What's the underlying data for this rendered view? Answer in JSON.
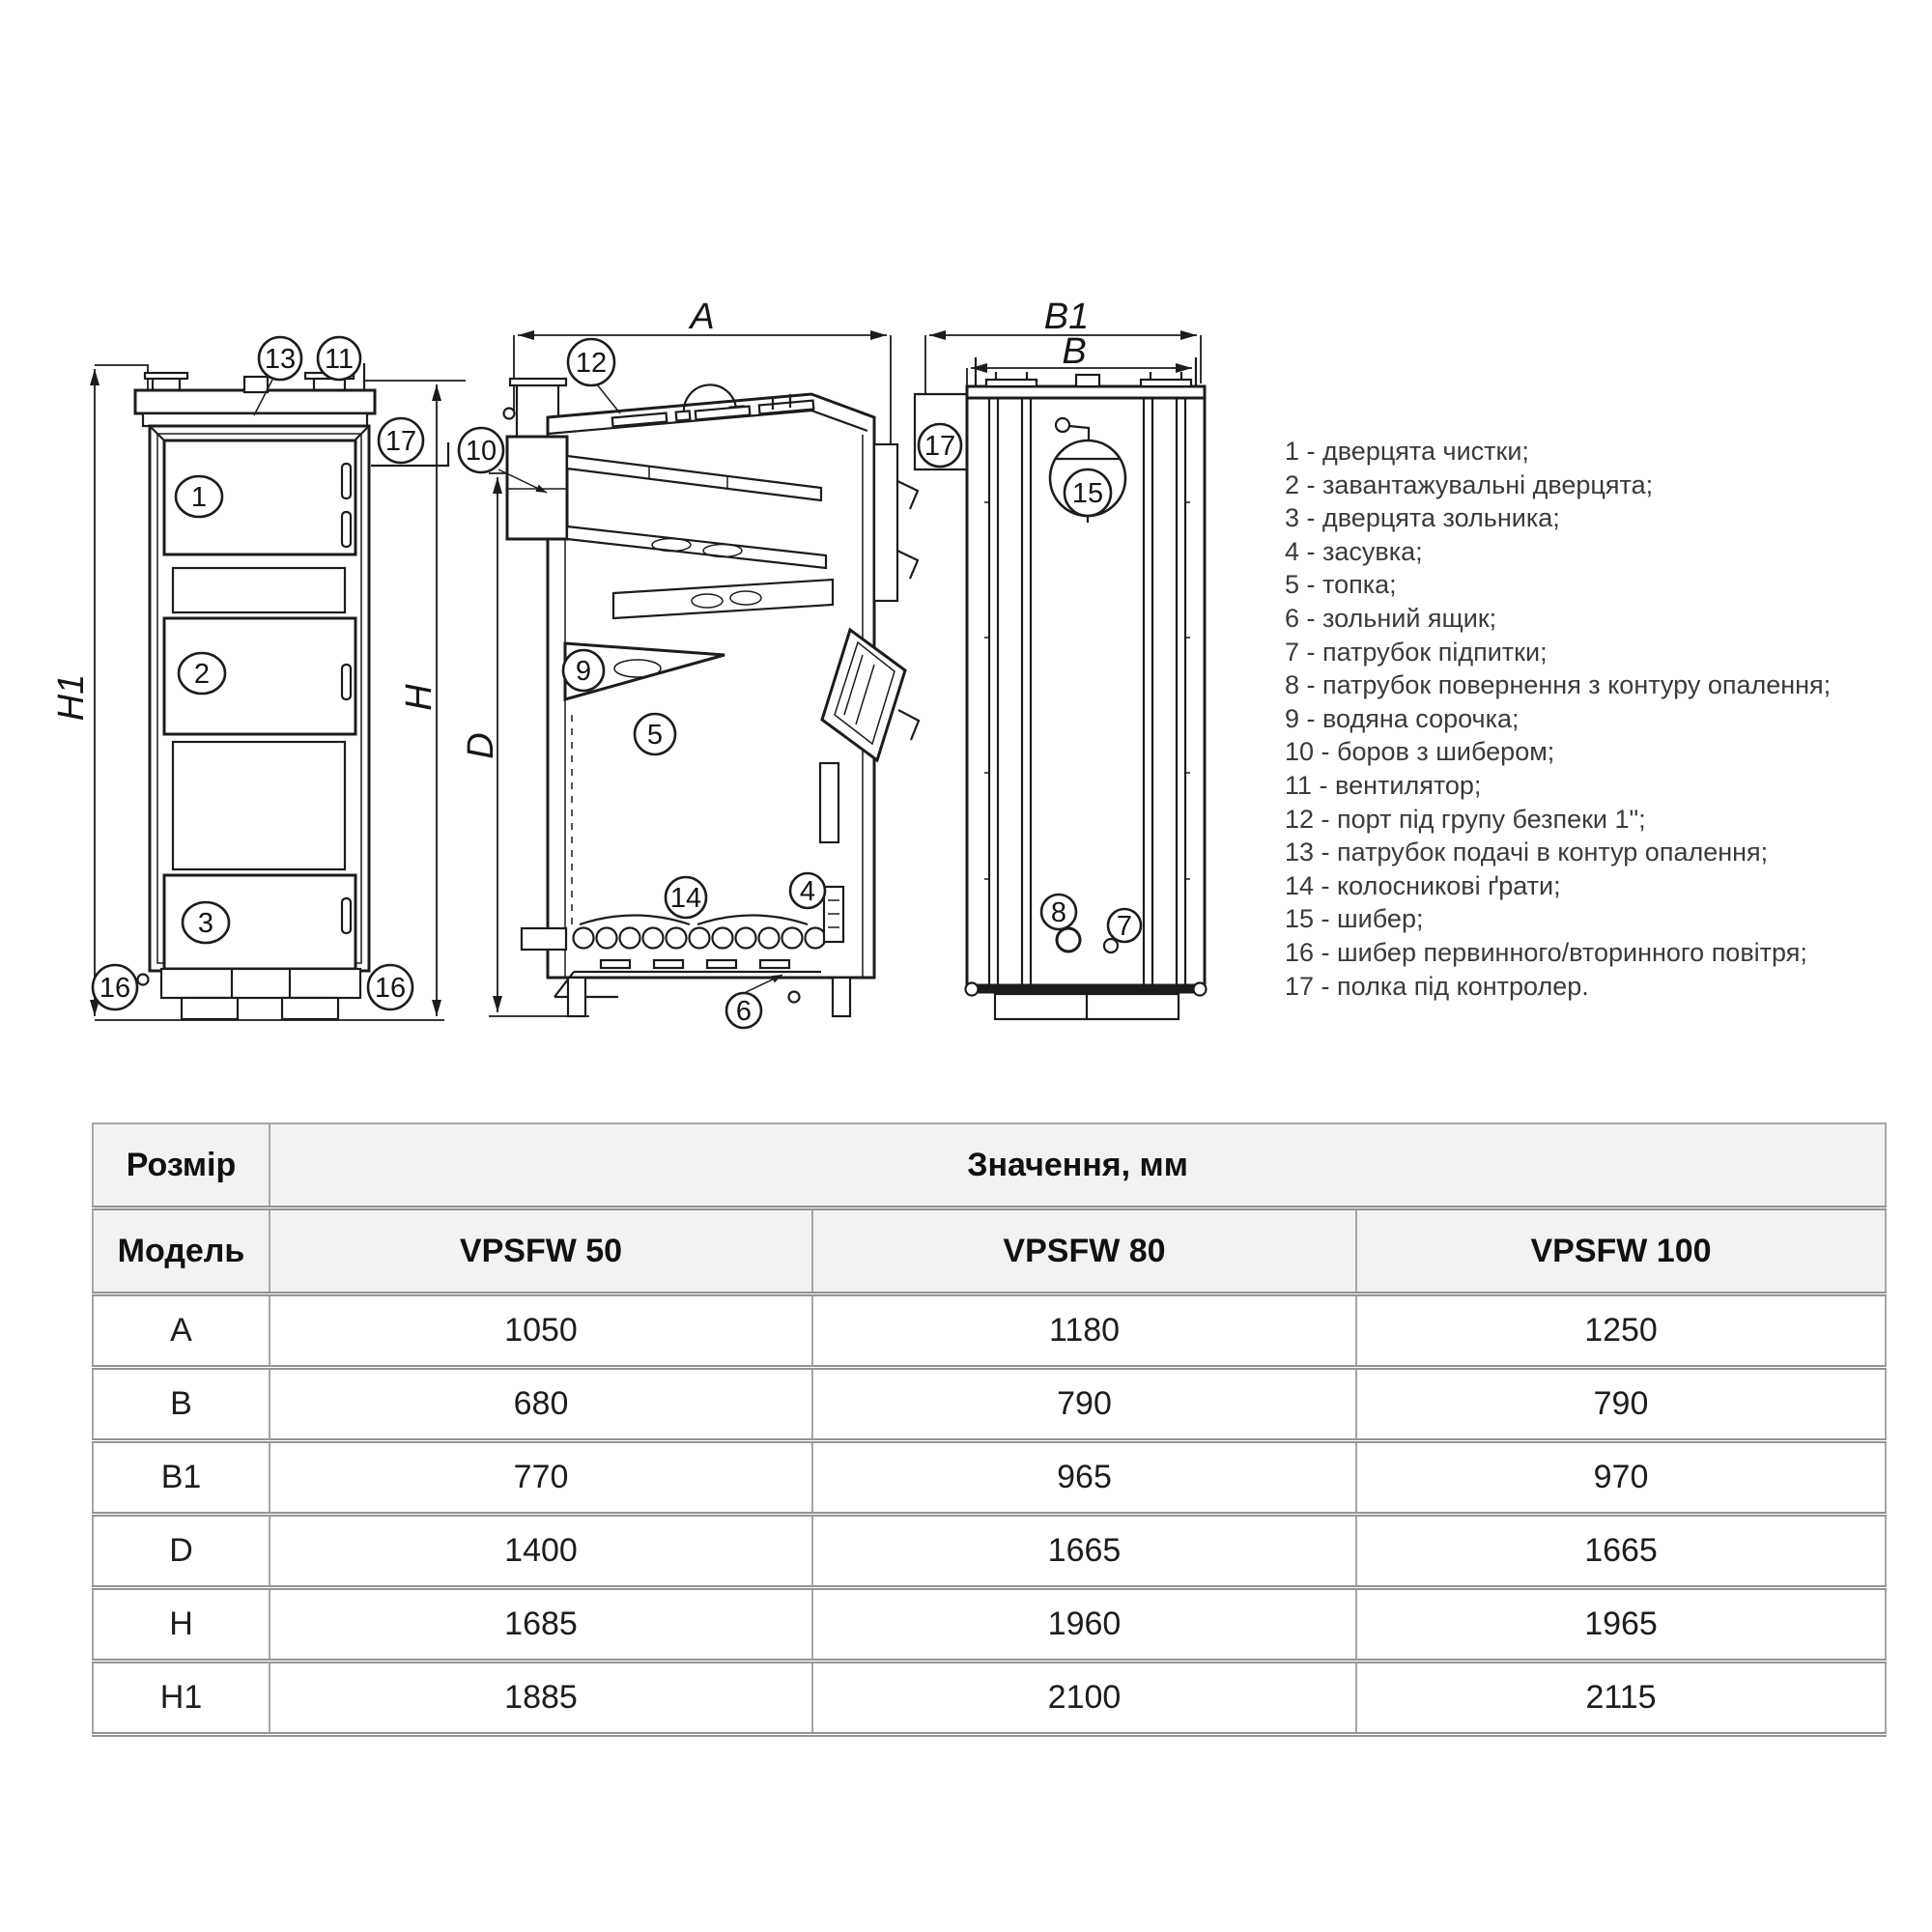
{
  "colors": {
    "line": "#1c1c1c",
    "table_border": "#a6a6a6",
    "table_header_bg": "#f2f2f2",
    "text": "#1d1d1d"
  },
  "diagram": {
    "front": {
      "dim_h1": "H1",
      "dim_h": "H",
      "c1": "1",
      "c2": "2",
      "c3": "3",
      "c13": "13",
      "c11": "11",
      "c17": "17",
      "c16_left": "16",
      "c16_right": "16"
    },
    "side": {
      "dim_a": "A",
      "dim_d": "D",
      "c12": "12",
      "c10": "10",
      "c9": "9",
      "c5": "5",
      "c14": "14",
      "c4": "4",
      "c6": "6"
    },
    "back": {
      "dim_b1": "B1",
      "dim_b": "B",
      "c17": "17",
      "c15": "15",
      "c8": "8",
      "c7": "7"
    }
  },
  "legend": {
    "items": [
      "1 - дверцята чистки;",
      "2 - завантажувальні дверцята;",
      "3 - дверцята зольника;",
      "4 - засувка;",
      "5 - топка;",
      "6 - зольний ящик;",
      "7 - патрубок підпитки;",
      "8 - патрубок повернення з контуру опалення;",
      "9 - водяна сорочка;",
      "10 - боров з шибером;",
      "11 - вентилятор;",
      "12 - порт під групу безпеки 1\";",
      "13 - патрубок подачі в контур опалення;",
      "14 - колосникові ґрати;",
      "15 - шибер;",
      "16 - шибер первинного/вторинного повітря;",
      "17 -  полка під контролер."
    ]
  },
  "table": {
    "size_label": "Розмір",
    "value_label": "Значення, мм",
    "model_label": "Модель",
    "models": [
      "VPSFW 50",
      "VPSFW 80",
      "VPSFW 100"
    ],
    "rows": [
      {
        "dim": "A",
        "values": [
          "1050",
          "1180",
          "1250"
        ]
      },
      {
        "dim": "B",
        "values": [
          "680",
          "790",
          "790"
        ]
      },
      {
        "dim": "B1",
        "values": [
          "770",
          "965",
          "970"
        ]
      },
      {
        "dim": "D",
        "values": [
          "1400",
          "1665",
          "1665"
        ]
      },
      {
        "dim": "H",
        "values": [
          "1685",
          "1960",
          "1965"
        ]
      },
      {
        "dim": "H1",
        "values": [
          "1885",
          "2100",
          "2115"
        ]
      }
    ]
  }
}
